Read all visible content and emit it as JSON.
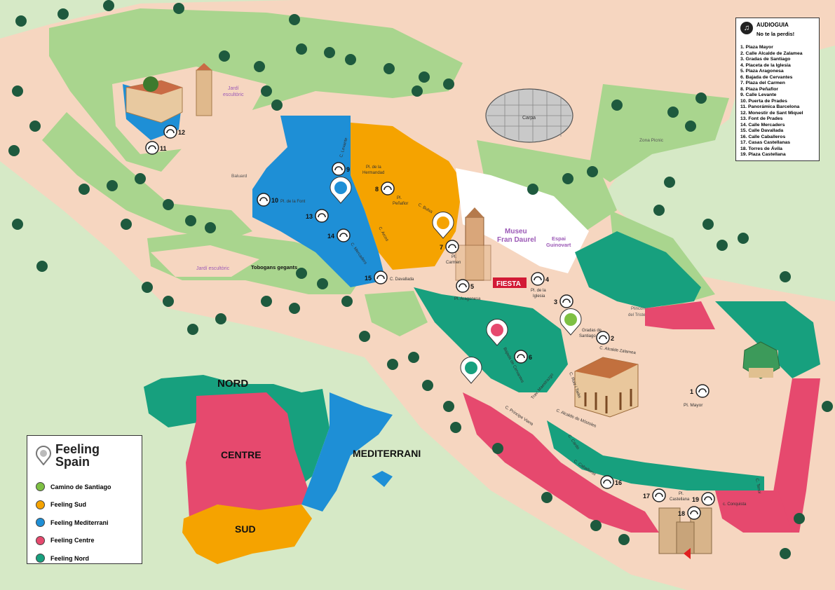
{
  "audioguide": {
    "title": "AUDIOGUIA",
    "subtitle": "No te la perdis!",
    "items": [
      "1. Plaza Mayor",
      "2. Calle Alcalde de Zalamea",
      "3. Gradas de Santiago",
      "4. Placeta de la Iglesia",
      "5. Plaza Aragonesa",
      "6. Bajada de Cervantes",
      "7. Plaza del Carmen",
      "8. Plaza Peñafior",
      "9. Calle Levante",
      "10. Puerta de Prades",
      "11. Panorámica Barcelona",
      "12. Monestir de Sant Miquel",
      "13. Font de Prades",
      "14. Calle Mercaders",
      "15. Calle Davallada",
      "16. Calle Caballeros",
      "17. Casas Castellanas",
      "18. Torres de Ávila",
      "19. Plaza Castellana"
    ]
  },
  "legend": {
    "title_line1": "Feeling",
    "title_line2": "Spain",
    "items": [
      {
        "label": "Camino de Santiago",
        "color": "#7dc043"
      },
      {
        "label": "Feeling Sud",
        "color": "#f5a300"
      },
      {
        "label": "Feeling Mediterrani",
        "color": "#1e8fd6"
      },
      {
        "label": "Feeling Centre",
        "color": "#e6496e"
      },
      {
        "label": "Feeling Nord",
        "color": "#17a07e"
      }
    ]
  },
  "regions": {
    "nord": "NORD",
    "centre": "CENTRE",
    "mediterrani": "MEDITERRANI",
    "sud": "SUD"
  },
  "places": {
    "jardi_escultoric_top": [
      "Jardí",
      "escultòric"
    ],
    "jardi_escultoric_bottom": "Jardí escultòric",
    "tobogans": "Tobogans gegants",
    "baluard": "Baluard",
    "carpa": "Carpa",
    "zona_picnic": "Zona Picnic",
    "museu": [
      "Museu",
      "Fran Daurel"
    ],
    "espai": [
      "Espai",
      "Guinovart"
    ],
    "fiesta": "FIESTA",
    "plincon": [
      "Plincon",
      "del Triste"
    ],
    "pl_font": "Pl. de la Font",
    "pl_hermandad": [
      "Pl. de la",
      "Hermandad"
    ],
    "pl_penafior": [
      "Pl.",
      "Peñafior"
    ],
    "c_levante": "C. Levante",
    "c_bulsa": "C. Bulsa",
    "c_arcos": "C. Arcos",
    "c_mercaders": "C. Mercaders",
    "c_davallada": "C. Davallada",
    "pl_carmen": [
      "Pl.",
      "Carmen"
    ],
    "pl_aragonesa": "Pl. Aragonesa",
    "pl_iglesia": [
      "Pl. de la",
      "Iglesia"
    ],
    "gradas": [
      "Gradas de",
      "Santiago"
    ],
    "c_alcalde_zalamea": "C. Alcalde Zalamea",
    "bajada_cervantes": "Bajada de Cervantes",
    "trav_maestrazgo": "Trav. Maestrazgo",
    "c_ruiz": "C. Ruiz i Tadei",
    "c_alcalde_mostoles": "C. Alcalde de Móstoles",
    "c_principe_viana": "C. Príncipe Viana",
    "c_cardo": "C. Cardo",
    "c_caballeros": "C. Caballeros",
    "pl_castellana": [
      "Pl.",
      "Castellana"
    ],
    "c_conquista": "c. Conquista",
    "c_tenoi": "C. Tenoi",
    "pl_mayor": "Pl. Mayor"
  },
  "audio_markers": [
    "1",
    "2",
    "3",
    "4",
    "5",
    "6",
    "7",
    "8",
    "9",
    "10",
    "11",
    "12",
    "13",
    "14",
    "15",
    "16",
    "17",
    "18",
    "19"
  ],
  "colors": {
    "path": "#f6d6c0",
    "grass": "#a9d58e",
    "light_green": "#d6e9c6",
    "tree": "#1e5a3e",
    "nord": "#17a07e",
    "centre": "#e6496e",
    "sud": "#f5a300",
    "mediterrani": "#1e8fd6",
    "camino": "#7dc043",
    "museu": "#9b59b6"
  }
}
